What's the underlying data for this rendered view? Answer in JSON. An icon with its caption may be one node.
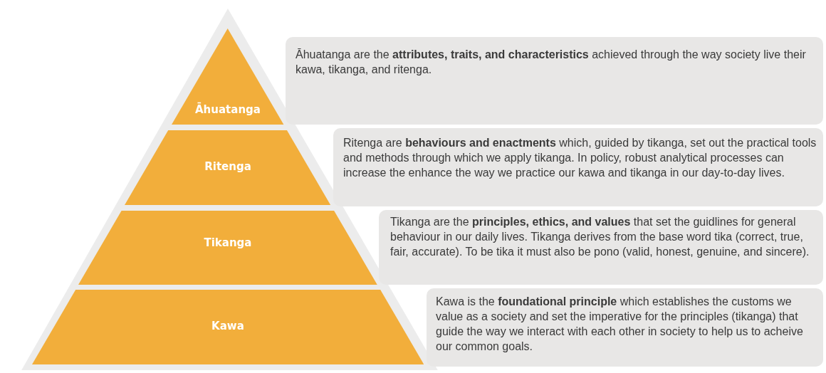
{
  "diagram": {
    "nodes": [
      {
        "text": [
          "Āhuatanga"
        ]
      },
      {
        "text": [
          "Āhuatanga are the **attributes, traits, and characteristics** achieved through the way society live their kawa, tikanga, and ritenga."
        ]
      },
      {
        "text": [
          "Ritenga"
        ]
      },
      {
        "text": [
          "Ritenga are **behaviours and enactments** which, guided by tikanga, set out the practical tools and methods through which we apply tikanga. In policy, robust analytical processes can increase the enhance the way we practice our kawa and tikanga in our day-to-day lives."
        ]
      },
      {
        "text": [
          "Tikanga"
        ]
      },
      {
        "text": [
          "Tikanga are the **principles, ethics, and values** that set the guidlines for general behaviour in our daily lives. Tikanga derives from the base word tika (correct, true, fair, accurate). To be tika it must also be pono (valid, honest, genuine, and sincere)."
        ]
      },
      {
        "text": [
          "Kawa"
        ]
      },
      {
        "text": [
          "Kawa is the **foundational principle** which establishes the customs we value as a society and set the imperative for the principles (tikanga) that guide the way we interact with each other in society to help us to acheive our common goals."
        ]
      }
    ]
  }
}
